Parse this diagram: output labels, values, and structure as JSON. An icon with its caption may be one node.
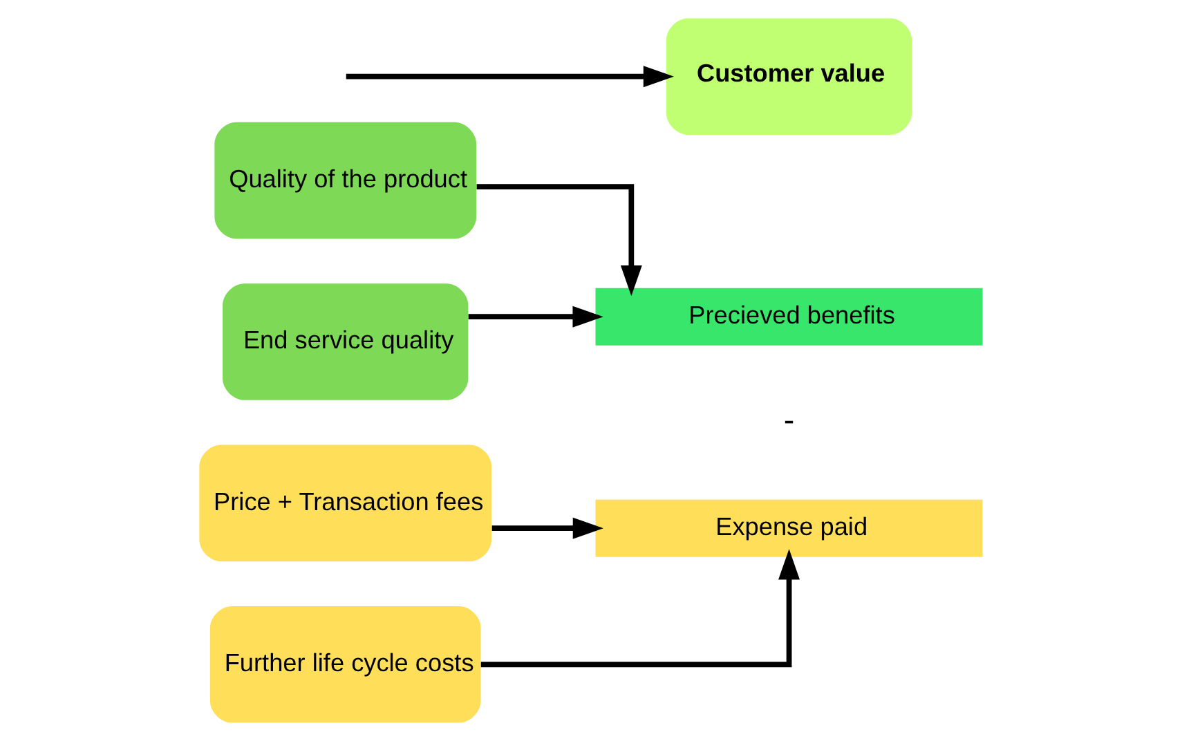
{
  "diagram": {
    "nodes": [
      {
        "text": [
          "Quality of the product"
        ]
      },
      {
        "text": [
          "End service quality"
        ]
      },
      {
        "text": [
          "Precieved benefits"
        ]
      },
      {
        "text": [
          "Expense paid"
        ]
      },
      {
        "text": [
          "Price + Transaction fees"
        ]
      },
      {
        "text": [
          "Further life cycle costs"
        ]
      },
      {
        "text": [
          "Customer value"
        ]
      }
    ],
    "edges": [
      {
        "from": 0,
        "to": 2,
        "arrow": "to"
      },
      {
        "from": 1,
        "to": 2,
        "arrow": "to"
      },
      {
        "from": 4,
        "to": 3,
        "arrow": "to"
      },
      {
        "from": 5,
        "to": 3,
        "arrow": "to"
      },
      {
        "from": null,
        "to": 6,
        "arrow": "to"
      }
    ],
    "labels": [
      "-"
    ]
  }
}
